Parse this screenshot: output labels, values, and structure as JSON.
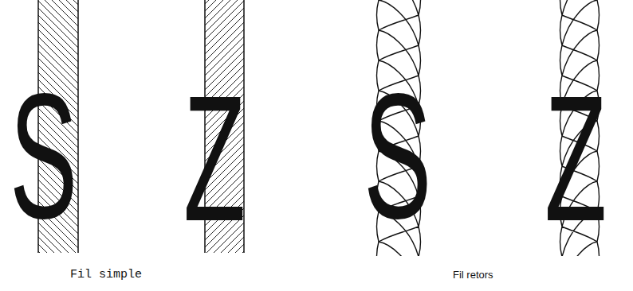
{
  "diagram": {
    "labels": [
      "S",
      "Z",
      "S",
      "Z",
      "Fil simple",
      "Fil retors"
    ]
  }
}
